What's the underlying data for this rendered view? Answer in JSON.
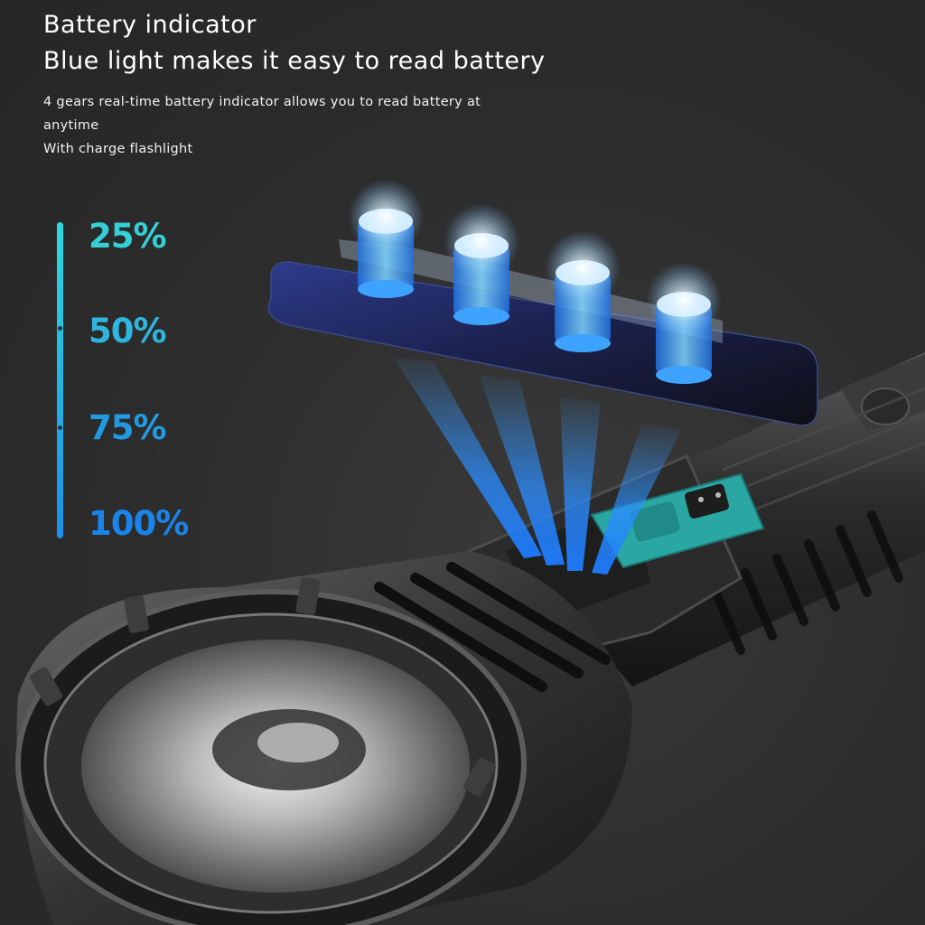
{
  "title": "Battery indicator",
  "subtitle": "Blue light makes it easy to read battery",
  "description": {
    "line1": "4 gears real-time battery indicator allows you to read battery at",
    "line2": "anytime",
    "line3": "With charge flashlight"
  },
  "levels": [
    {
      "label": "25%",
      "color": "#35cfd6"
    },
    {
      "label": "50%",
      "color": "#2fb6df"
    },
    {
      "label": "75%",
      "color": "#229ae2"
    },
    {
      "label": "100%",
      "color": "#1a84ea"
    }
  ],
  "colors": {
    "background": "#2c2c2c",
    "accent_cyan": "#35cfd6",
    "accent_blue": "#1a84ea",
    "switch_teal": "#2aa7a3"
  },
  "icons": {
    "led_cluster": "led-indicator-icon",
    "flashlight": "flashlight-icon",
    "power_switch": "power-switch-icon"
  }
}
